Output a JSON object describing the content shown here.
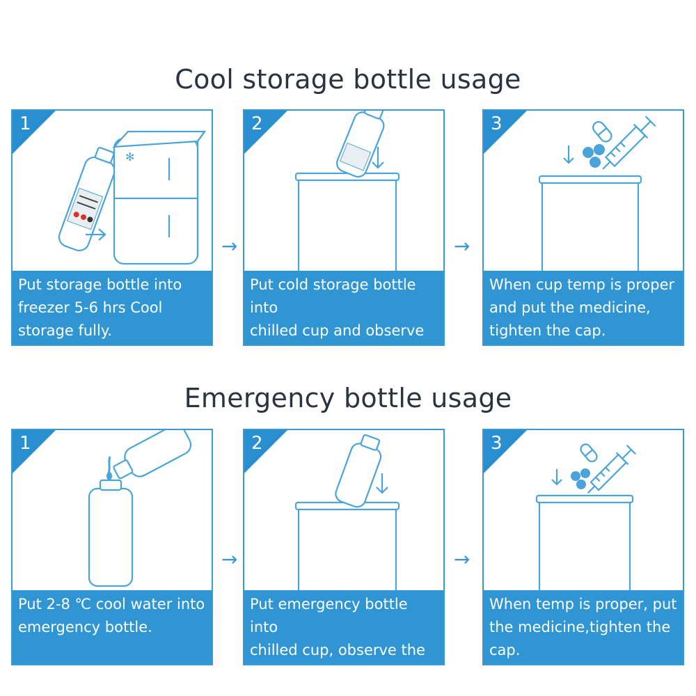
{
  "sections": [
    {
      "title": "Cool storage bottle usage",
      "steps": [
        {
          "number": "1",
          "caption": "Put storage bottle into\nfreezer 5-6 hrs Cool\nstorage fully."
        },
        {
          "number": "2",
          "caption": "Put cold storage bottle into\nchilled cup and observe the\n cup inside temp."
        },
        {
          "number": "3",
          "caption": "When cup temp is proper\nand put the medicine,\ntighten the cap."
        }
      ]
    },
    {
      "title": "Emergency bottle usage",
      "steps": [
        {
          "number": "1",
          "caption": "Put 2-8 ℃ cool water into\nemergency bottle."
        },
        {
          "number": "2",
          "caption": "Put emergency bottle into\nchilled cup, observe the\ninside cup temp ."
        },
        {
          "number": "3",
          "caption": "When temp is proper, put\nthe medicine,tighten the\ncap."
        }
      ]
    }
  ],
  "arrow_glyph": "→",
  "colors": {
    "accent": "#2f95d3",
    "border": "#3b9ad6",
    "title": "#2b3340"
  },
  "icons": [
    "bottle-icon",
    "freezer-icon",
    "cup-icon",
    "down-arrow-icon",
    "pill-icon",
    "tablet-icon",
    "syringe-icon",
    "pour-bottle-icon"
  ]
}
